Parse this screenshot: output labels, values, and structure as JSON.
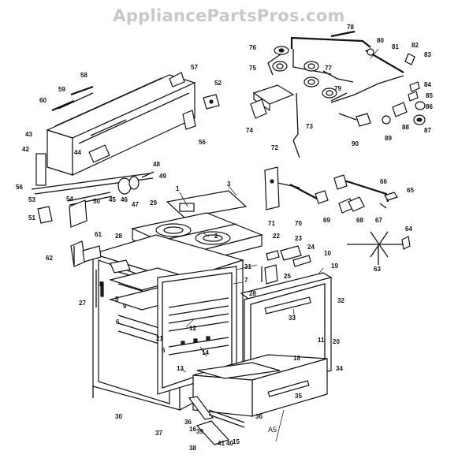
{
  "watermark": "AppliancePartsPros.com",
  "diagram_code": "A5",
  "callouts": [
    "1",
    "2",
    "3",
    "5",
    "6",
    "7",
    "8",
    "9",
    "10",
    "11",
    "12",
    "13",
    "14",
    "15",
    "16",
    "18",
    "19",
    "20",
    "21",
    "22",
    "23",
    "24",
    "25",
    "27",
    "28",
    "29",
    "30",
    "31",
    "32",
    "33",
    "34",
    "35",
    "36",
    "37",
    "38",
    "39",
    "40",
    "41",
    "42",
    "43",
    "44",
    "45",
    "46",
    "47",
    "48",
    "49",
    "50",
    "51",
    "52",
    "53",
    "54",
    "56",
    "57",
    "58",
    "59",
    "60",
    "61",
    "62",
    "63",
    "64",
    "65",
    "66",
    "67",
    "68",
    "69",
    "70",
    "71",
    "72",
    "73",
    "74",
    "75",
    "76",
    "77",
    "78",
    "79",
    "80",
    "81",
    "82",
    "83",
    "84",
    "85",
    "86",
    "87",
    "88",
    "89",
    "90"
  ]
}
